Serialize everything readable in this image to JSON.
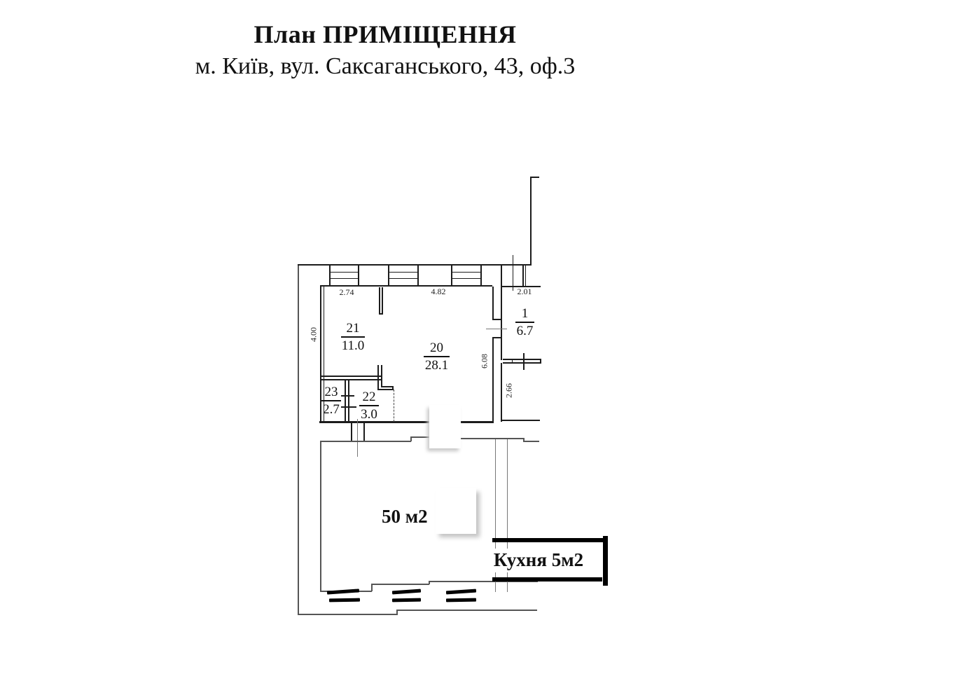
{
  "header": {
    "title": "План ПРИМІЩЕННЯ",
    "address": "м. Київ, вул. Саксаганського, 43, оф.3"
  },
  "plan": {
    "rooms": [
      {
        "number": "21",
        "area": "11.0"
      },
      {
        "number": "20",
        "area": "28.1"
      },
      {
        "number": "1",
        "area": "6.7"
      },
      {
        "number": "23",
        "area": "2.7"
      },
      {
        "number": "22",
        "area": "3.0"
      }
    ],
    "dimensions": {
      "top_left": "2.74",
      "top_mid": "4.82",
      "top_right": "2.01",
      "left_vertical": "4.00",
      "right_vertical": "6.08",
      "lower_right_vertical": "2.66"
    },
    "area_labels": {
      "main_hall": "50 м2",
      "kitchen": "Кухня 5м2"
    }
  },
  "colors": {
    "ink": "#1c1c1c",
    "thick_ink": "#000000",
    "background": "#ffffff"
  }
}
